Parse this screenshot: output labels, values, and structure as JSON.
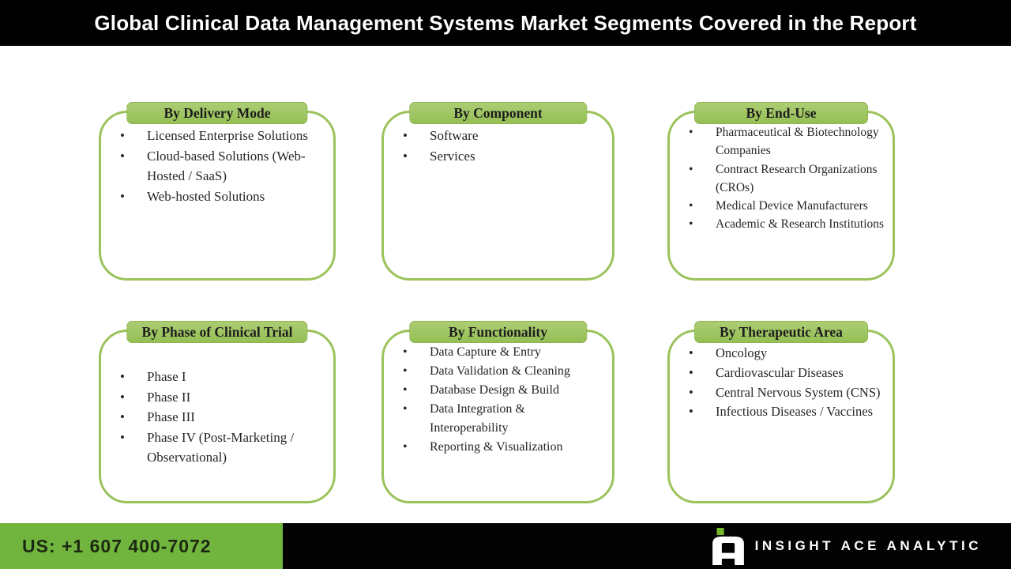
{
  "title": "Global Clinical Data Management Systems Market Segments Covered in the Report",
  "bullet_char": "•",
  "colors": {
    "header_bg": "#000000",
    "title_text": "#ffffff",
    "card_border": "#9cc25c",
    "tab_bg_top": "#accd74",
    "tab_bg_bottom": "#95bf55",
    "tab_border": "#8fb64e",
    "tab_text": "#1d1d1d",
    "body_text": "#262626",
    "footer_green": "#72b53e",
    "footer_black": "#030303",
    "phone_text": "#1c2912",
    "brand_text": "#ffffff",
    "logo_green": "#76b82a",
    "logo_white": "#ffffff"
  },
  "cards": [
    {
      "id": "delivery-mode",
      "header": "By Delivery Mode",
      "items": [
        "Licensed Enterprise Solutions",
        "Cloud-based Solutions (Web-Hosted / SaaS)",
        "Web-hosted Solutions"
      ]
    },
    {
      "id": "component",
      "header": "By Component",
      "items": [
        "Software",
        "Services"
      ]
    },
    {
      "id": "end-use",
      "header": "By End-Use",
      "items": [
        "Pharmaceutical & Biotechnology Companies",
        "Contract Research Organizations (CROs)",
        "Medical Device Manufacturers",
        "Academic & Research Institutions"
      ]
    },
    {
      "id": "phase-of-clinical-trial",
      "header": "By Phase of Clinical Trial",
      "items": [
        "Phase I",
        "Phase II",
        "Phase III",
        "Phase IV (Post-Marketing / Observational)"
      ]
    },
    {
      "id": "functionality",
      "header": "By Functionality",
      "items": [
        "Data Capture & Entry",
        "Data Validation & Cleaning",
        "Database Design & Build",
        "Data Integration & Interoperability",
        "Reporting & Visualization"
      ]
    },
    {
      "id": "therapeutic-area",
      "header": "By Therapeutic Area",
      "items": [
        "Oncology",
        "Cardiovascular Diseases",
        "Central Nervous System (CNS)",
        "Infectious Diseases / Vaccines"
      ]
    }
  ],
  "footer": {
    "phone": "US: +1 607 400-7072",
    "brand": "INSIGHT ACE ANALYTIC"
  }
}
